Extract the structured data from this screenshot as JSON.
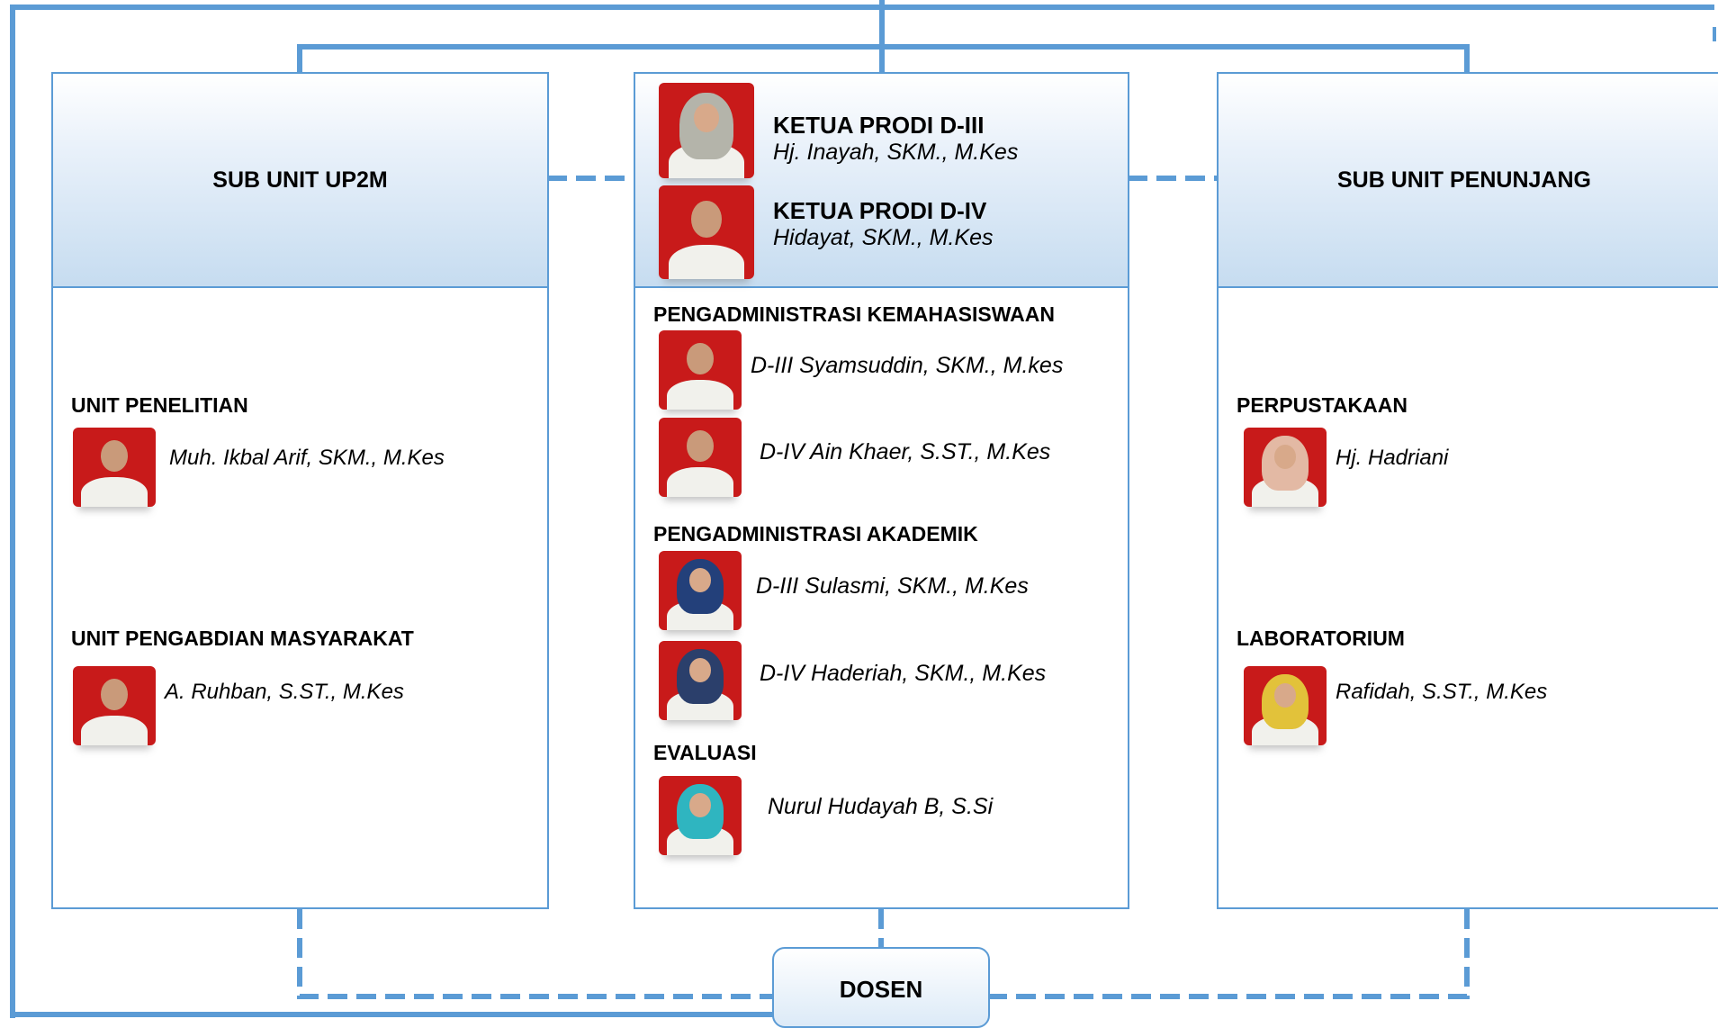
{
  "left": {
    "title": "SUB UNIT UP2M",
    "units": [
      {
        "label": "UNIT PENELITIAN",
        "name": "Muh. Ikbal Arif, SKM., M.Kes"
      },
      {
        "label": "UNIT PENGABDIAN MASYARAKAT",
        "name": "A. Ruhban, S.ST., M.Kes"
      }
    ]
  },
  "center": {
    "heads": [
      {
        "title": "KETUA PRODI D-III",
        "name": "Hj. Inayah, SKM., M.Kes"
      },
      {
        "title": "KETUA PRODI D-IV",
        "name": "Hidayat, SKM., M.Kes"
      }
    ],
    "sections": [
      {
        "label": "PENGADMINISTRASI KEMAHASISWAAN",
        "people": [
          "D-III Syamsuddin, SKM., M.kes",
          "D-IV Ain Khaer, S.ST., M.Kes"
        ]
      },
      {
        "label": "PENGADMINISTRASI AKADEMIK",
        "people": [
          "D-III Sulasmi, SKM., M.Kes",
          "D-IV Haderiah, SKM., M.Kes"
        ]
      },
      {
        "label": "EVALUASI",
        "people": [
          "Nurul Hudayah B, S.Si"
        ]
      }
    ]
  },
  "right": {
    "title": "SUB UNIT PENUNJANG",
    "units": [
      {
        "label": "PERPUSTAKAAN",
        "name": "Hj. Hadriani"
      },
      {
        "label": "LABORATORIUM",
        "name": "Rafidah, S.ST., M.Kes"
      }
    ]
  },
  "bottom": {
    "title": "DOSEN"
  },
  "colors": {
    "line": "#5b9bd5",
    "photo_bg": "#c81a1a",
    "header_gradient_end": "#c6dcf0"
  }
}
